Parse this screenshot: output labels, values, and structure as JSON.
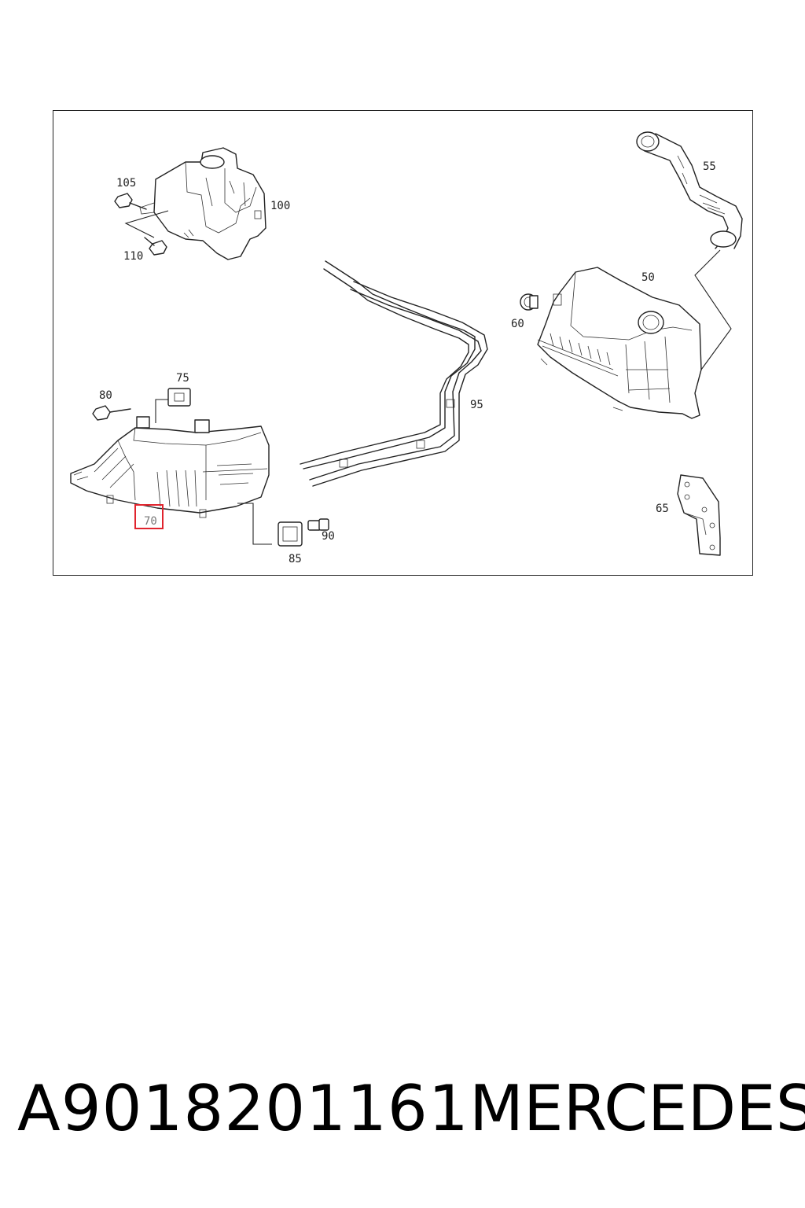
{
  "diagram": {
    "callouts": {
      "c105": "105",
      "c100": "100",
      "c110": "110",
      "c55": "55",
      "c50": "50",
      "c60": "60",
      "c75": "75",
      "c80": "80",
      "c95": "95",
      "c65": "65",
      "c70": "70",
      "c90": "90",
      "c85": "85"
    },
    "highlighted_callout": "70",
    "highlight_color": "#e0242e"
  },
  "footer": {
    "part_number": "A9018201161",
    "brand": "MERCEDES"
  }
}
